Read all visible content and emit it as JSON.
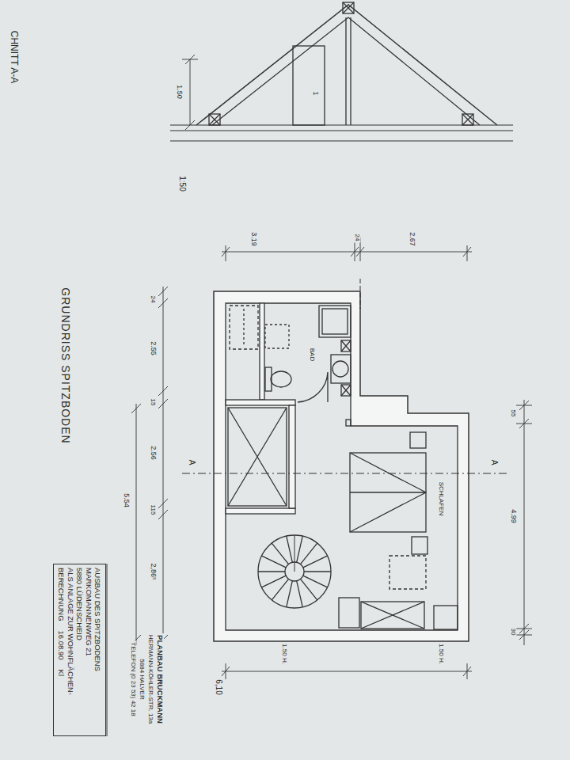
{
  "diagram": {
    "title": "GRUNDRISS SPITZBODEN",
    "nodes": [
      {
        "text": [
          "BAD"
        ]
      },
      {
        "text": [
          "SCHLAFEN"
        ]
      },
      {
        "text": [
          "AUSBAU DES SPITZBODENS",
          "MARKOMANNENWEG 21",
          "5880 LÜDENSCHEID",
          "ALS ANLAGE ZUR WOHNFLÄCHEN- BERECHNUNG",
          "16.08.90",
          "Kl"
        ]
      }
    ],
    "labels": [
      "CHNITT A-A",
      "1.50",
      "1",
      "1:50",
      "3.19",
      "24",
      "2.67",
      "55",
      "4.99",
      "30",
      "24",
      "2.55",
      "15",
      "2.56",
      "5.54",
      "115",
      "2,86⁵",
      "A",
      "A",
      "1.50 H.",
      "1.50 H.",
      "6,10",
      "PLANBAU BRUCKMANN",
      "HERMANN-KÖHLER-STR. 13a",
      "5884 HALVER",
      "TELEFON (0 23 53) 42 18"
    ]
  }
}
